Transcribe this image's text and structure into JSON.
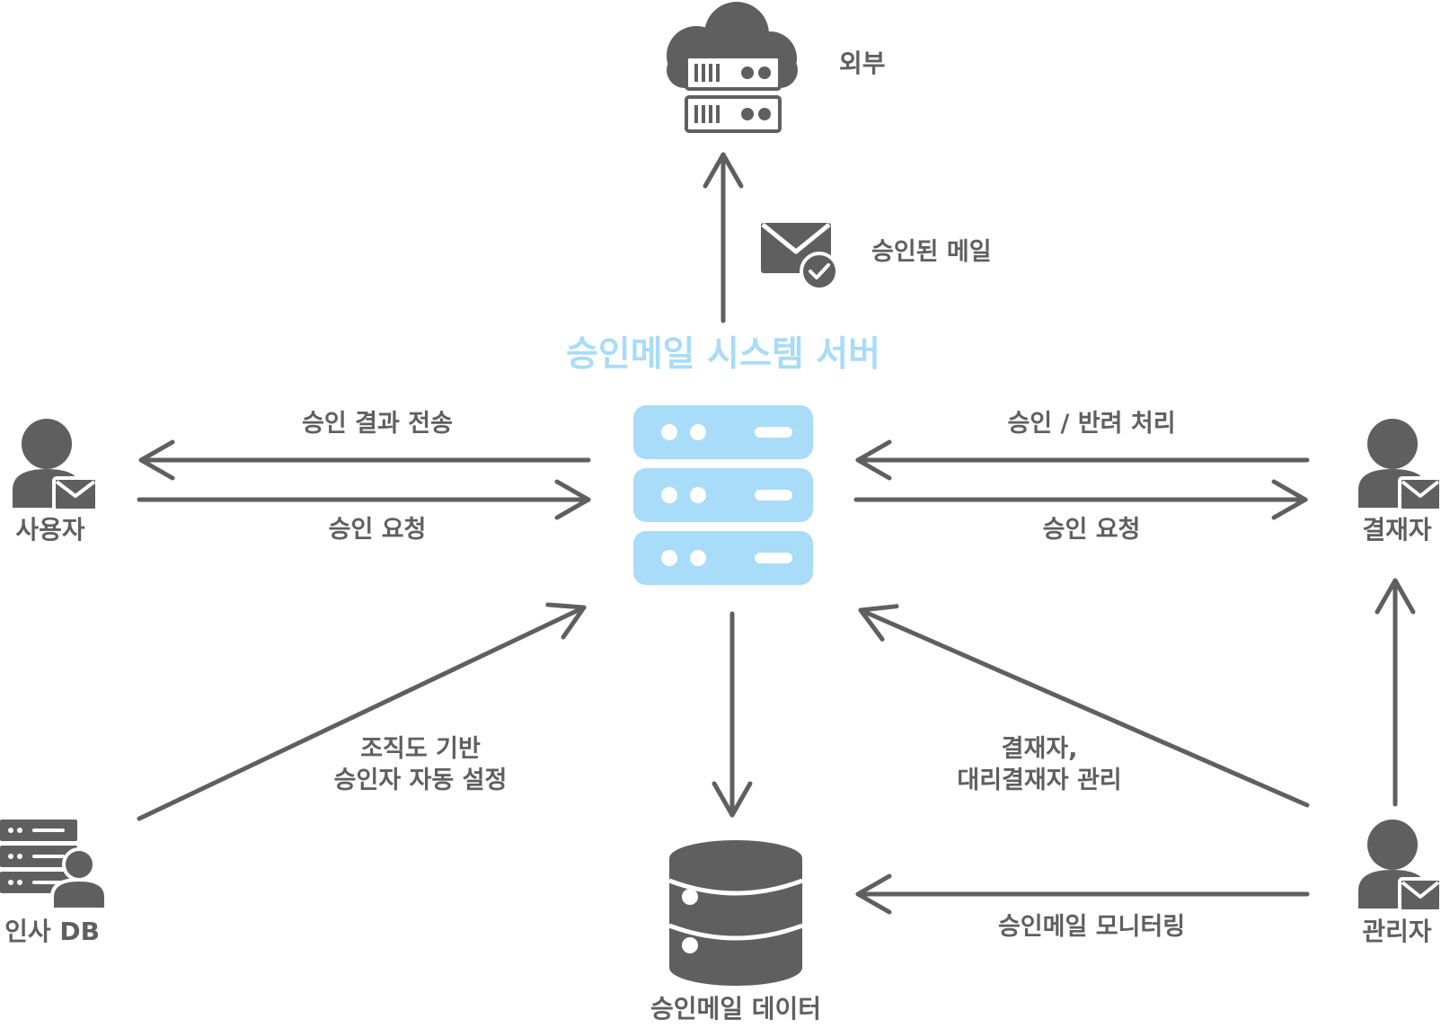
{
  "colors": {
    "accent": "#a8dcf8",
    "gray": "#5f5f5f",
    "background": "#ffffff"
  },
  "server": {
    "title": "승인메일 시스템 서버",
    "icon": "server-stack-icon"
  },
  "nodes": {
    "external": {
      "label": "외부",
      "icon": "cloud-server-icon"
    },
    "user": {
      "label": "사용자",
      "icon": "user-mail-icon"
    },
    "approver": {
      "label": "결재자",
      "icon": "user-mail-icon"
    },
    "hr_db": {
      "label": "인사 DB",
      "icon": "server-user-icon"
    },
    "database": {
      "label": "승인메일 데이터",
      "icon": "database-icon"
    },
    "admin": {
      "label": "관리자",
      "icon": "user-mail-icon"
    }
  },
  "edges": {
    "approved_mail": {
      "label": "승인된 메일",
      "icon": "mail-check-icon"
    },
    "result_to_user": {
      "label": "승인 결과 전송"
    },
    "request_from_user": {
      "label": "승인 요청"
    },
    "approve_reject": {
      "label": "승인 / 반려 처리"
    },
    "request_to_approver": {
      "label": "승인 요청"
    },
    "org_chart": {
      "line1": "조직도 기반",
      "line2": "승인자 자동 설정"
    },
    "approver_manage": {
      "line1": "결재자,",
      "line2": "대리결재자 관리"
    },
    "monitoring": {
      "label": "승인메일 모니터링"
    }
  }
}
